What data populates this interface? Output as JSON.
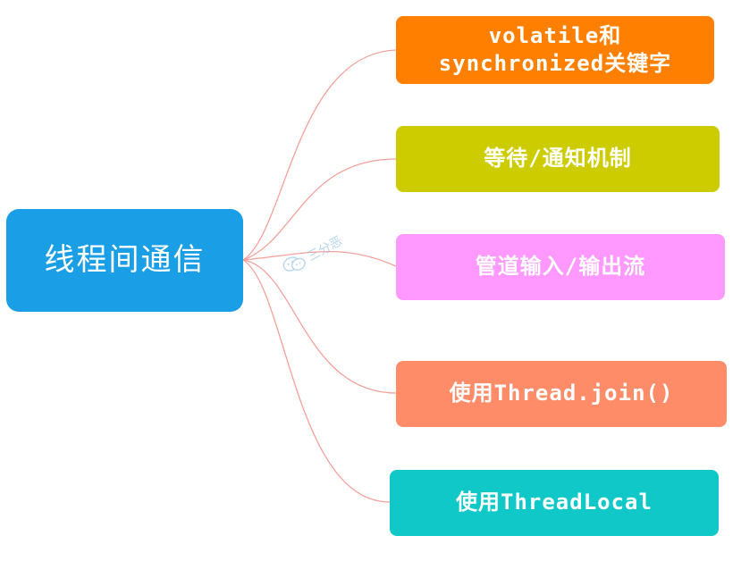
{
  "root": {
    "label": "线程间通信",
    "color": "#1a9ee6"
  },
  "children": [
    {
      "label_line1": "volatile和",
      "label_line2": "synchronized关键字",
      "color": "#ff8000"
    },
    {
      "label_line1": "等待/通知机制",
      "label_line2": "",
      "color": "#cccc00"
    },
    {
      "label_line1": "管道输入/输出流",
      "label_line2": "",
      "color": "#ff99ff"
    },
    {
      "label_line1": "使用Thread.join()",
      "label_line2": "",
      "color": "#ff8c69"
    },
    {
      "label_line1": "使用ThreadLocal",
      "label_line2": "",
      "color": "#10c8c8"
    }
  ],
  "connector_color": "#f4a09a",
  "watermark": {
    "icon": "wechat-icon",
    "label": "三分恶"
  }
}
